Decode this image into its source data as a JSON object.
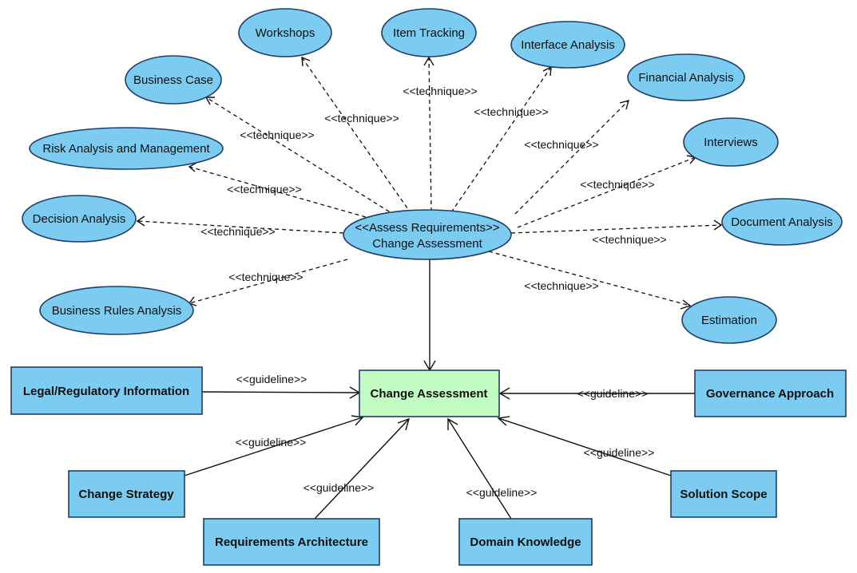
{
  "usecase": {
    "assess": {
      "line1": "<<Assess Requirements>>",
      "line2": "Change Assessment"
    },
    "workshops": "Workshops",
    "item_tracking": "Item Tracking",
    "interface_analysis": "Interface Analysis",
    "financial_analysis": "Financial Analysis",
    "business_case": "Business Case",
    "interviews": "Interviews",
    "risk_analysis": "Risk Analysis and Management",
    "decision_analysis": "Decision Analysis",
    "document_analysis": "Document Analysis",
    "business_rules": "Business Rules Analysis",
    "estimation": "Estimation"
  },
  "artifacts": {
    "change_assessment": "Change Assessment",
    "legal_regulatory": "Legal/Regulatory Information",
    "governance_approach": "Governance Approach",
    "change_strategy": "Change Strategy",
    "solution_scope": "Solution Scope",
    "requirements_architecture": "Requirements Architecture",
    "domain_knowledge": "Domain Knowledge"
  },
  "stereotypes": {
    "technique": "<<technique>>",
    "guideline": "<<guideline>>"
  }
}
